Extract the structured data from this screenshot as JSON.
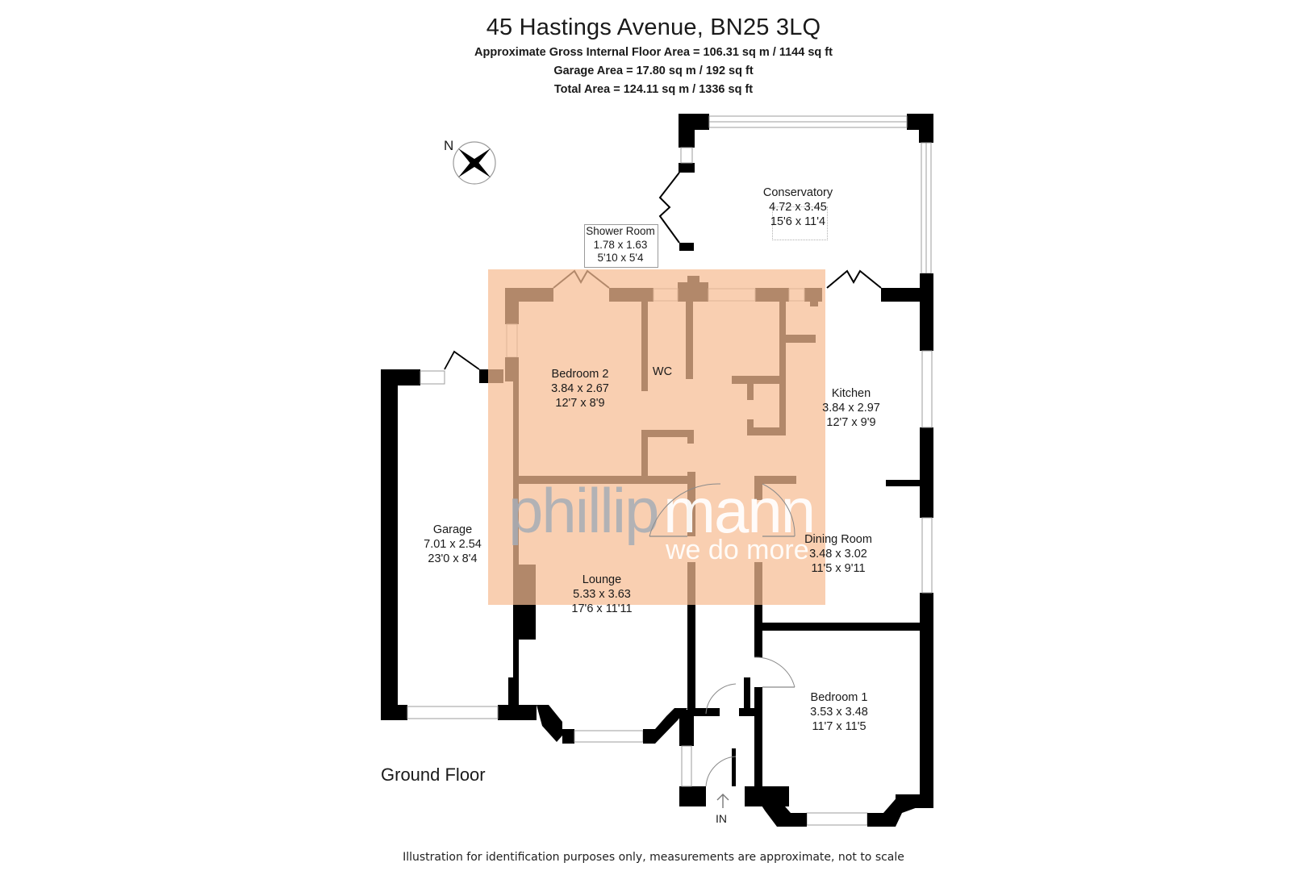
{
  "header": {
    "title": "45 Hastings Avenue, BN25 3LQ",
    "gross_internal_area": "Approximate Gross Internal Floor Area = 106.31 sq m / 1144 sq ft",
    "garage_area": "Garage Area = 17.80 sq m / 192 sq ft",
    "total_area": "Total Area = 124.11 sq m / 1336 sq ft"
  },
  "compass": {
    "label": "N",
    "icon": "compass-rose-icon"
  },
  "floor": {
    "label": "Ground Floor"
  },
  "entrance": {
    "label": "IN",
    "icon": "arrow-up-icon"
  },
  "rooms": {
    "conservatory": {
      "name": "Conservatory",
      "metric": "4.72 x 3.45",
      "imperial": "15'6 x 11'4"
    },
    "shower_room": {
      "name": "Shower Room",
      "metric": "1.78 x 1.63",
      "imperial": "5'10 x 5'4"
    },
    "bedroom2": {
      "name": "Bedroom 2",
      "metric": "3.84 x 2.67",
      "imperial": "12'7 x 8'9"
    },
    "wc": {
      "name": "WC"
    },
    "kitchen": {
      "name": "Kitchen",
      "metric": "3.84 x 2.97",
      "imperial": "12'7 x 9'9"
    },
    "garage": {
      "name": "Garage",
      "metric": "7.01 x 2.54",
      "imperial": "23'0 x 8'4"
    },
    "dining_room": {
      "name": "Dining Room",
      "metric": "3.48 x 3.02",
      "imperial": "11'5 x 9'11"
    },
    "lounge": {
      "name": "Lounge",
      "metric": "5.33 x 3.63",
      "imperial": "17'6 x 11'11"
    },
    "bedroom1": {
      "name": "Bedroom 1",
      "metric": "3.53 x 3.48",
      "imperial": "11'7 x 11'5"
    }
  },
  "watermark": {
    "brand_part1": "phillip",
    "brand_part2": "mann",
    "tagline": "we do more",
    "overlay_color": "#f9c9a8",
    "brand_gray": "#a9afb6"
  },
  "colors": {
    "wall": "#000000",
    "overlay": "#f7c7a5",
    "window": "#9e9e9e"
  },
  "footer": {
    "disclaimer": "Illustration for identification purposes only, measurements are approximate, not to scale"
  }
}
